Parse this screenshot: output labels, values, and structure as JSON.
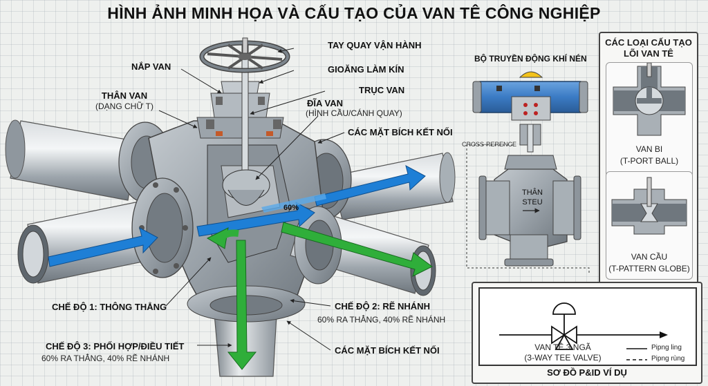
{
  "title": "HÌNH ẢNH MINH HỌA VÀ CẤU TẠO CỦA VAN TÊ CÔNG NGHIỆP",
  "labels": {
    "handwheel": "TAY QUAY VẬN HÀNH",
    "bonnet": "NẮP VAN",
    "gasket": "GIOĂNG LÀM KÍN",
    "stem": "TRỤC VAN",
    "body": "THÂN VAN",
    "body_sub": "(DẠNG CHỮ T)",
    "disc": "ĐĨA VAN",
    "disc_sub": "(HÌNH CẦU/CÁNH QUAY)",
    "flange_top": "CÁC MẶT BÍCH KẾT NỐI",
    "flange_bottom": "CÁC MẶT BÍCH KẾT NỐI",
    "mode1": "CHẾ ĐỘ 1: THÔNG THẲNG",
    "mode2": "CHẾ ĐỘ 2: RẼ NHÁNH",
    "mode2_sub": "60% RA THẲNG, 40% RẼ NHÁNH",
    "mode3": "CHẾ ĐỘ 3: PHỐI HỢP/ĐIỀU TIẾT",
    "mode3_sub": "60% RA THẲNG, 40% RẼ NHÁNH",
    "flow_pct": "60%"
  },
  "actuator": {
    "title": "BỘ TRUYỀN ĐỘNG KHÍ NÉN",
    "cross_ref": "CROSS-RERENCE",
    "body_text_1": "THÂN",
    "body_text_2": "STEU"
  },
  "types_panel": {
    "title_1": "CÁC LOẠI CẤU TẠO",
    "title_2": "LÕI VAN TÊ",
    "ball_1": "VAN BI",
    "ball_2": "(T-PORT BALL)",
    "globe_1": "VAN CẦU",
    "globe_2": "(T-PATTERN GLOBE)"
  },
  "pid": {
    "valve_1": "VAN TÊ 3 NGÃ",
    "valve_2": "(3-WAY TEE VALVE)",
    "legend_solid": "Pipng ling",
    "legend_dashed": "Pipng rùng",
    "caption": "SƠ ĐỒ P&ID VÍ DỤ"
  },
  "colors": {
    "flow_blue": "#1e7fd6",
    "flow_green": "#2fae3a",
    "steel": "#a9b0b6",
    "actuator_blue": "#3b7bc4"
  }
}
